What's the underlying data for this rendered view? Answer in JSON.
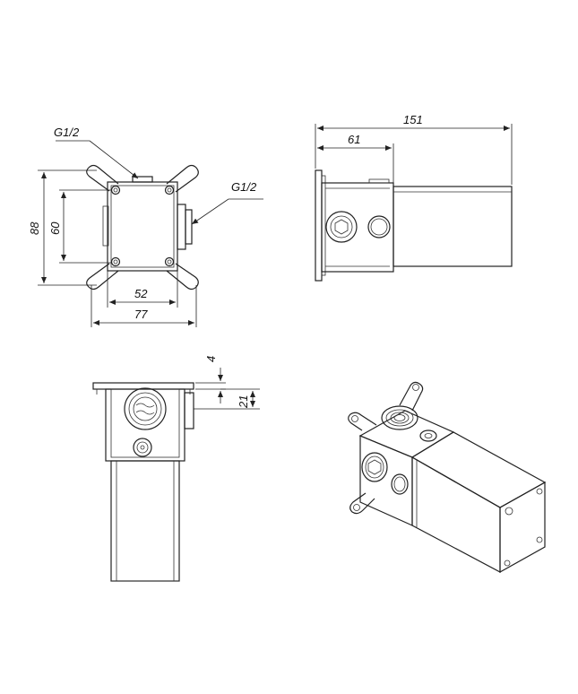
{
  "front_view": {
    "thread_top": "G1/2",
    "thread_side": "G1/2",
    "height_outer": "88",
    "height_inner": "60",
    "width_inner": "52",
    "width_outer": "77"
  },
  "side_view": {
    "length_total": "151",
    "length_partial": "61"
  },
  "top_view": {
    "offset_small": "4",
    "offset_depth": "21"
  }
}
